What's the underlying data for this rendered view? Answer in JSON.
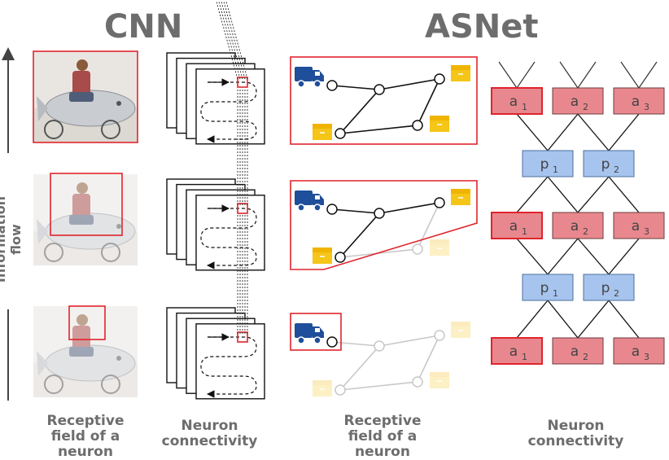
{
  "titles": {
    "cnn": "CNN",
    "asnet": "ASNet"
  },
  "side_label": "Information flow",
  "captions": [
    {
      "text": "Receptive field of a neuron",
      "lines": [
        "Receptive",
        "field of a",
        "neuron"
      ]
    },
    {
      "text": "Neuron connectivity",
      "lines": [
        "Neuron",
        "connectivity"
      ]
    },
    {
      "text": "Receptive field of a neuron",
      "lines": [
        "Receptive",
        "field of a",
        "neuron"
      ]
    },
    {
      "text": "Neuron connectivity",
      "lines": [
        "Neuron",
        "connectivity"
      ]
    }
  ],
  "asnet_layers": [
    {
      "kind": "action",
      "nodes": [
        {
          "base": "a",
          "sub": "1",
          "selected": true
        },
        {
          "base": "a",
          "sub": "2",
          "selected": false
        },
        {
          "base": "a",
          "sub": "3",
          "selected": false
        }
      ]
    },
    {
      "kind": "proposition",
      "nodes": [
        {
          "base": "p",
          "sub": "1"
        },
        {
          "base": "p",
          "sub": "2"
        }
      ]
    },
    {
      "kind": "action",
      "nodes": [
        {
          "base": "a",
          "sub": "1",
          "selected": true
        },
        {
          "base": "a",
          "sub": "2",
          "selected": false
        },
        {
          "base": "a",
          "sub": "3",
          "selected": false
        }
      ]
    },
    {
      "kind": "proposition",
      "nodes": [
        {
          "base": "p",
          "sub": "1"
        },
        {
          "base": "p",
          "sub": "2"
        }
      ]
    },
    {
      "kind": "action",
      "nodes": [
        {
          "base": "a",
          "sub": "1",
          "selected": true
        },
        {
          "base": "a",
          "sub": "2",
          "selected": false
        },
        {
          "base": "a",
          "sub": "3",
          "selected": false
        }
      ]
    }
  ],
  "colors": {
    "title_gray": "#6d6d6d",
    "highlight_red": "#e0242c",
    "action_fill": "#e8888e",
    "proposition_fill": "#a7c4ee",
    "proposition_stroke": "#4b6f9e",
    "truck_blue": "#1f4e9a",
    "package_yellow": "#f5c518"
  },
  "icons": [
    "truck-icon",
    "package-icon",
    "photo-rider-icon"
  ]
}
